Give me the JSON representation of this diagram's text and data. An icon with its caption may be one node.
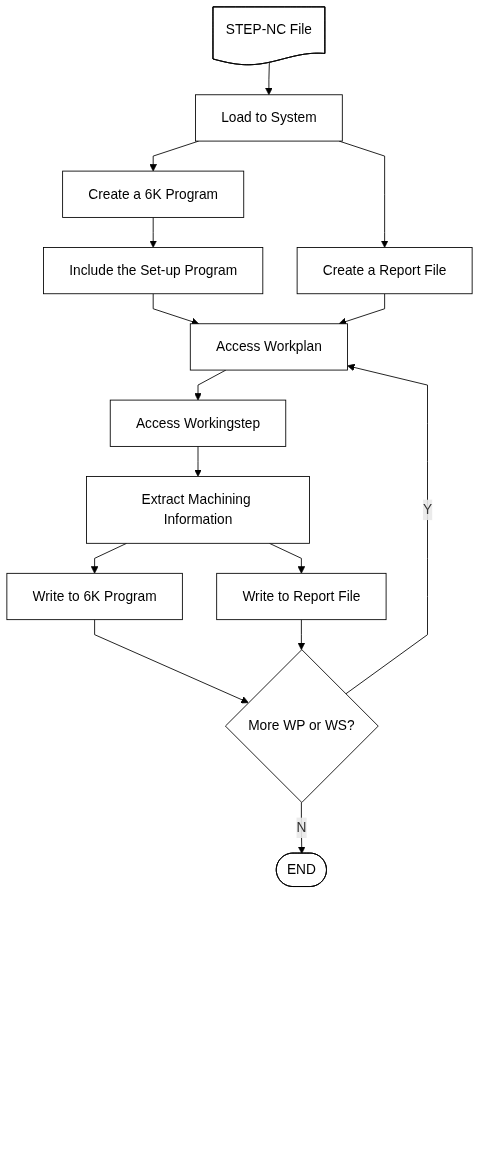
{
  "diagram": {
    "nodes": [
      {
        "text": [
          "STEP-NC File"
        ]
      },
      {
        "text": [
          "Load to System"
        ]
      },
      {
        "text": [
          "Create a 6K Program"
        ]
      },
      {
        "text": [
          "Include the Set-up Program"
        ]
      },
      {
        "text": [
          "Create a Report File"
        ]
      },
      {
        "text": [
          "Access Workplan"
        ]
      },
      {
        "text": [
          "Access Workingstep"
        ]
      },
      {
        "text": [
          "Extract Machining Information"
        ]
      },
      {
        "text": [
          "Write to 6K Program"
        ]
      },
      {
        "text": [
          "Write to Report File"
        ]
      },
      {
        "text": [
          "More WP or WS?"
        ]
      },
      {
        "text": [
          "END"
        ]
      }
    ],
    "edges": [
      {
        "from": 0,
        "to": 1,
        "arrow": "to"
      },
      {
        "from": 1,
        "to": 2,
        "arrow": "to"
      },
      {
        "from": 1,
        "to": 4,
        "arrow": "to"
      },
      {
        "from": 2,
        "to": 3,
        "arrow": "to"
      },
      {
        "from": 3,
        "to": 5,
        "arrow": "to"
      },
      {
        "from": 4,
        "to": 5,
        "arrow": "to"
      },
      {
        "from": 5,
        "to": 6,
        "arrow": "to"
      },
      {
        "from": 6,
        "to": 7,
        "arrow": "to"
      },
      {
        "from": 7,
        "to": 8,
        "arrow": "to"
      },
      {
        "from": 7,
        "to": 9,
        "arrow": "to"
      },
      {
        "from": 8,
        "to": 10,
        "arrow": "to"
      },
      {
        "from": 9,
        "to": 10,
        "arrow": "to"
      },
      {
        "from": 10,
        "to": 5,
        "arrow": "to",
        "label": "Y"
      },
      {
        "from": 10,
        "to": 11,
        "arrow": "to",
        "label": "N"
      }
    ]
  }
}
